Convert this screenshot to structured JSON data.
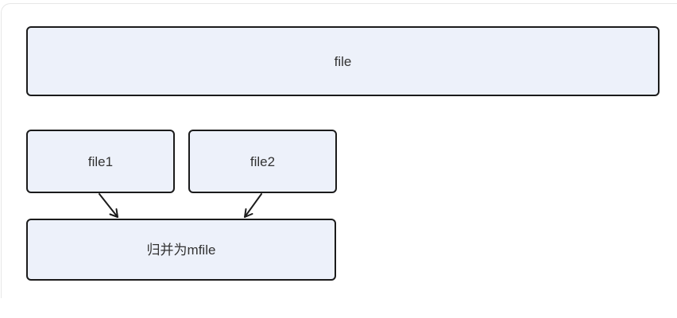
{
  "diagram": {
    "type": "flowchart",
    "nodes": [
      {
        "id": "file",
        "label": "file"
      },
      {
        "id": "file1",
        "label": "file1"
      },
      {
        "id": "file2",
        "label": "file2"
      },
      {
        "id": "mfile",
        "label": "归并为mfile"
      }
    ],
    "edges": [
      {
        "from": "file1",
        "to": "mfile"
      },
      {
        "from": "file2",
        "to": "mfile"
      }
    ],
    "colors": {
      "node_fill": "#edf1fa",
      "node_border": "#1b1b1b",
      "edge": "#1b1b1b",
      "text": "#333333",
      "card_border": "#e7e7e7",
      "background": "#ffffff"
    }
  }
}
